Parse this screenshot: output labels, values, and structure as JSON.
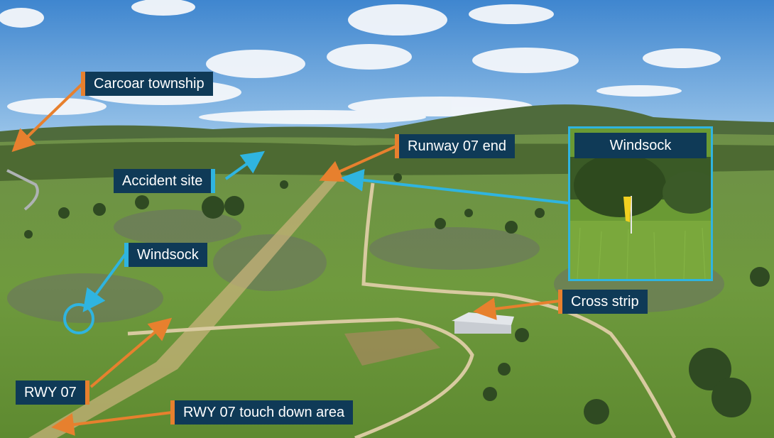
{
  "labels": {
    "carcoar_township": "Carcoar township",
    "runway_07_end": "Runway 07 end",
    "accident_site": "Accident site",
    "windsock": "Windsock",
    "cross_strip": "Cross strip",
    "rwy_07": "RWY 07",
    "rwy_07_touchdown": "RWY 07 touch down area"
  },
  "inset": {
    "title": "Windsock"
  },
  "colors": {
    "label_bg": "#0f3a57",
    "arrow_orange": "#e7802e",
    "arrow_blue": "#2fb4e0",
    "sky": "#5b9fd8",
    "grass": "#6f9a3e"
  }
}
